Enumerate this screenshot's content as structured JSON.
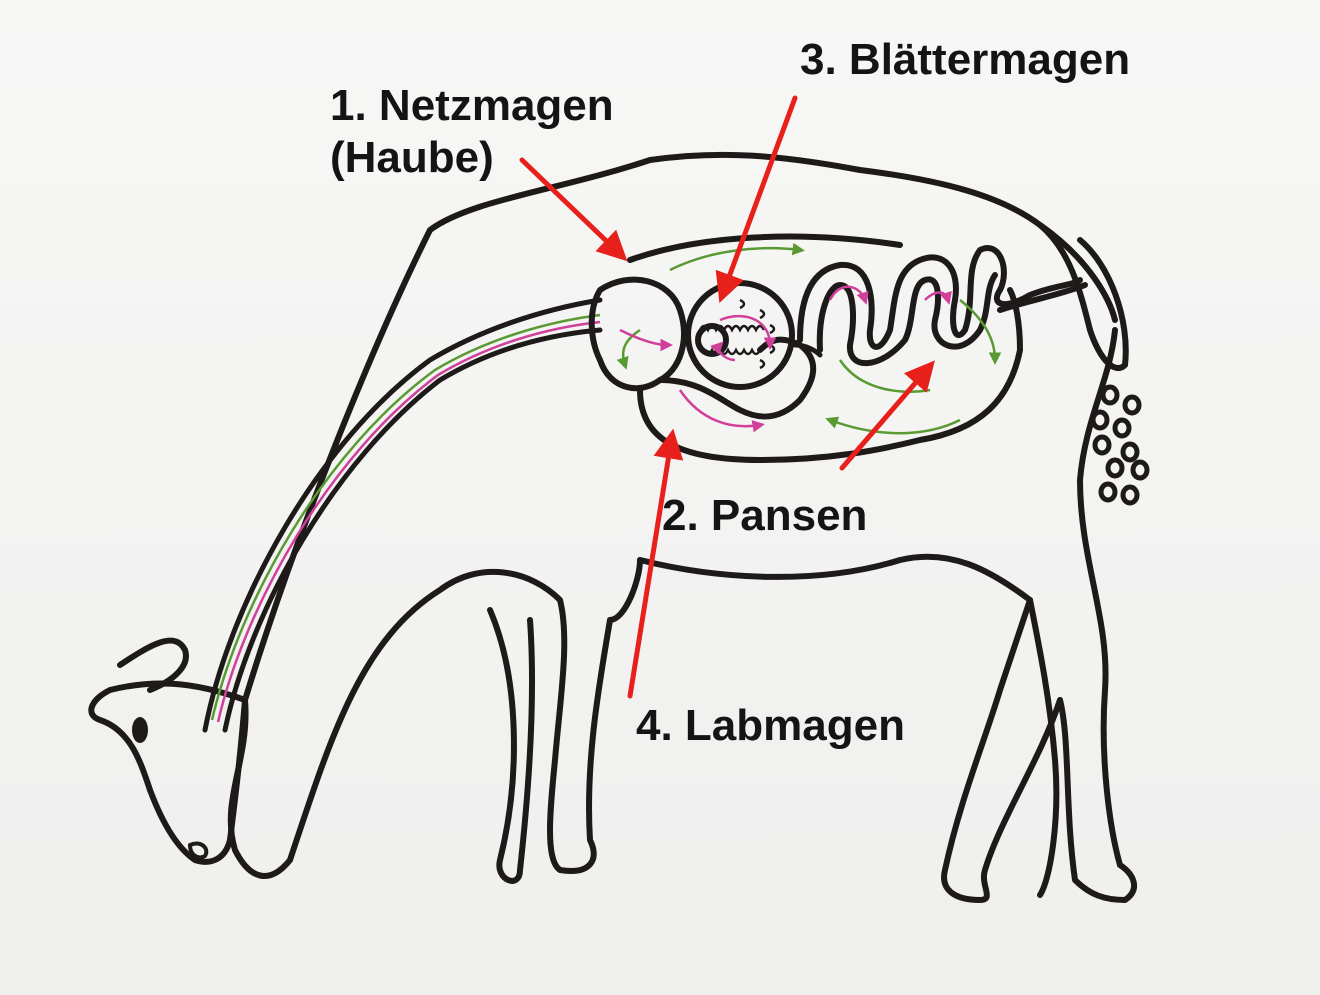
{
  "labels": {
    "netzmagen_line1": "1. Netzmagen",
    "netzmagen_line2": "(Haube)",
    "blaettermagen": "3. Blättermagen",
    "pansen": "2. Pansen",
    "labmagen": "4. Labmagen"
  },
  "colors": {
    "outline": "#1e1a1a",
    "arrow": "#e8201c",
    "flow_green": "#5a9a32",
    "flow_pink": "#d0409a",
    "paper": "#f4f4f3"
  }
}
